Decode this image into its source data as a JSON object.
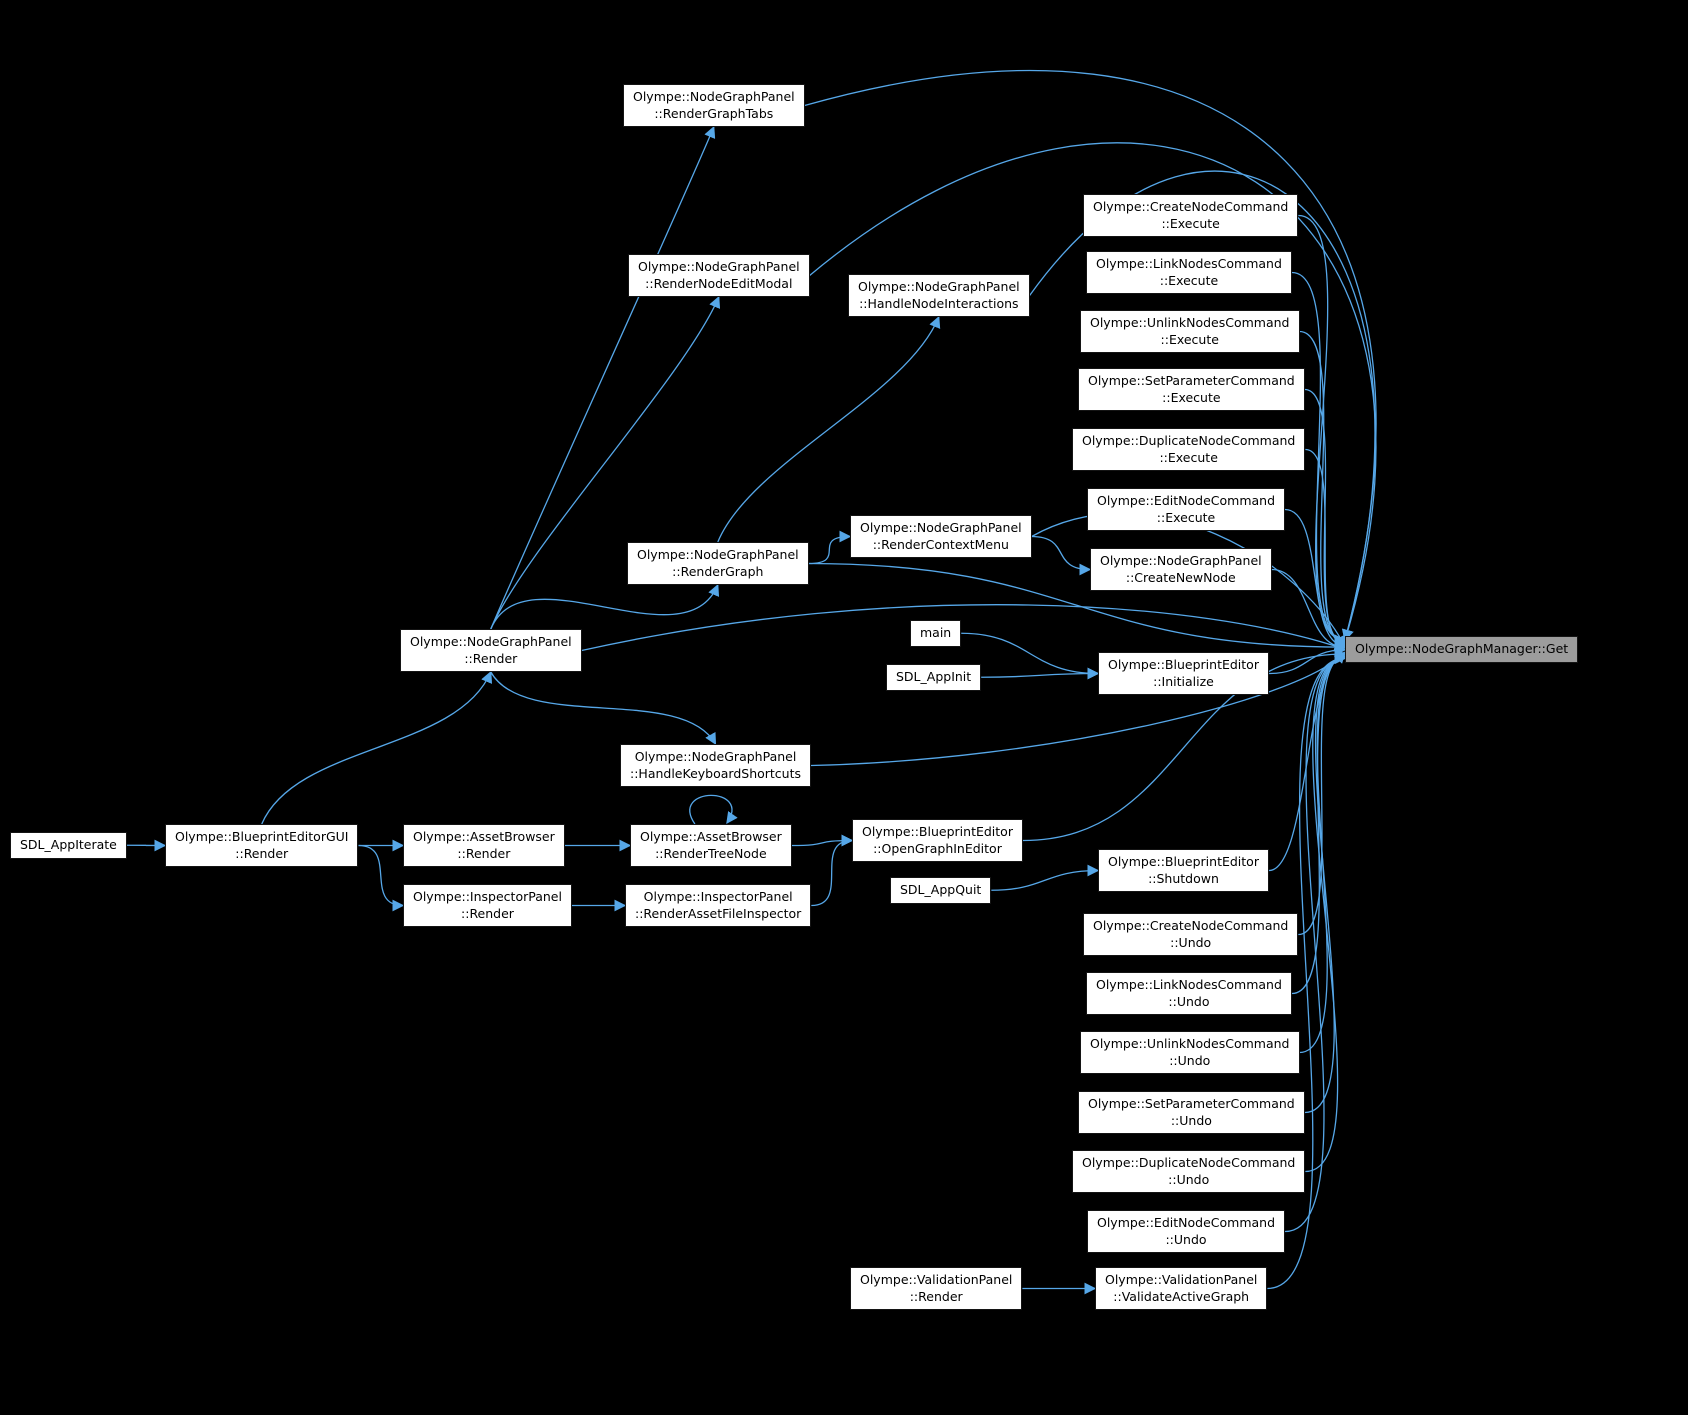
{
  "diagram": {
    "type": "call-graph",
    "focus_node": "get",
    "focus_label": "Olympe::NodeGraphManager::Get"
  },
  "colors": {
    "bg": "#000000",
    "edge": "#56a7e8",
    "node_bg": "#ffffff",
    "node_border": "#141414",
    "focus_bg": "#9c9c9c",
    "text": "#000000"
  },
  "nodes": {
    "render_graph_tabs": {
      "label": "Olympe::NodeGraphPanel\n::RenderGraphTabs"
    },
    "render_node_edit_modal": {
      "label": "Olympe::NodeGraphPanel\n::RenderNodeEditModal"
    },
    "handle_node_interactions": {
      "label": "Olympe::NodeGraphPanel\n::HandleNodeInteractions"
    },
    "create_node_execute": {
      "label": "Olympe::CreateNodeCommand\n::Execute"
    },
    "link_nodes_execute": {
      "label": "Olympe::LinkNodesCommand\n::Execute"
    },
    "unlink_nodes_execute": {
      "label": "Olympe::UnlinkNodesCommand\n::Execute"
    },
    "set_parameter_execute": {
      "label": "Olympe::SetParameterCommand\n::Execute"
    },
    "duplicate_node_execute": {
      "label": "Olympe::DuplicateNodeCommand\n::Execute"
    },
    "edit_node_execute": {
      "label": "Olympe::EditNodeCommand\n::Execute"
    },
    "render_context_menu": {
      "label": "Olympe::NodeGraphPanel\n::RenderContextMenu"
    },
    "create_new_node": {
      "label": "Olympe::NodeGraphPanel\n::CreateNewNode"
    },
    "render_graph": {
      "label": "Olympe::NodeGraphPanel\n::RenderGraph"
    },
    "main": {
      "label": "main"
    },
    "bp_initialize": {
      "label": "Olympe::BlueprintEditor\n::Initialize"
    },
    "sdl_app_init": {
      "label": "SDL_AppInit"
    },
    "ngp_render": {
      "label": "Olympe::NodeGraphPanel\n::Render"
    },
    "get": {
      "label": "Olympe::NodeGraphManager::Get"
    },
    "handle_keyboard_shortcuts": {
      "label": "Olympe::NodeGraphPanel\n::HandleKeyboardShortcuts"
    },
    "render_tree_node": {
      "label": "Olympe::AssetBrowser\n::RenderTreeNode"
    },
    "open_graph_in_editor": {
      "label": "Olympe::BlueprintEditor\n::OpenGraphInEditor"
    },
    "sdl_app_iterate": {
      "label": "SDL_AppIterate"
    },
    "bp_gui_render": {
      "label": "Olympe::BlueprintEditorGUI\n::Render"
    },
    "asset_browser_render": {
      "label": "Olympe::AssetBrowser\n::Render"
    },
    "inspector_render": {
      "label": "Olympe::InspectorPanel\n::Render"
    },
    "render_asset_file_inspector": {
      "label": "Olympe::InspectorPanel\n::RenderAssetFileInspector"
    },
    "sdl_app_quit": {
      "label": "SDL_AppQuit"
    },
    "bp_shutdown": {
      "label": "Olympe::BlueprintEditor\n::Shutdown"
    },
    "create_node_undo": {
      "label": "Olympe::CreateNodeCommand\n::Undo"
    },
    "link_nodes_undo": {
      "label": "Olympe::LinkNodesCommand\n::Undo"
    },
    "unlink_nodes_undo": {
      "label": "Olympe::UnlinkNodesCommand\n::Undo"
    },
    "set_parameter_undo": {
      "label": "Olympe::SetParameterCommand\n::Undo"
    },
    "duplicate_node_undo": {
      "label": "Olympe::DuplicateNodeCommand\n::Undo"
    },
    "edit_node_undo": {
      "label": "Olympe::EditNodeCommand\n::Undo"
    },
    "validation_render": {
      "label": "Olympe::ValidationPanel\n::Render"
    },
    "validate_active_graph": {
      "label": "Olympe::ValidationPanel\n::ValidateActiveGraph"
    }
  },
  "edges": [
    {
      "from": "sdl_app_iterate",
      "to": "bp_gui_render"
    },
    {
      "from": "bp_gui_render",
      "to": "ngp_render"
    },
    {
      "from": "bp_gui_render",
      "to": "asset_browser_render"
    },
    {
      "from": "bp_gui_render",
      "to": "inspector_render"
    },
    {
      "from": "asset_browser_render",
      "to": "render_tree_node"
    },
    {
      "from": "render_tree_node",
      "to": "render_tree_node"
    },
    {
      "from": "render_tree_node",
      "to": "open_graph_in_editor"
    },
    {
      "from": "inspector_render",
      "to": "render_asset_file_inspector"
    },
    {
      "from": "render_asset_file_inspector",
      "to": "open_graph_in_editor"
    },
    {
      "from": "ngp_render",
      "to": "render_graph_tabs"
    },
    {
      "from": "ngp_render",
      "to": "render_node_edit_modal"
    },
    {
      "from": "ngp_render",
      "to": "render_graph"
    },
    {
      "from": "ngp_render",
      "to": "handle_keyboard_shortcuts"
    },
    {
      "from": "ngp_render",
      "to": "get"
    },
    {
      "from": "render_graph",
      "to": "render_context_menu"
    },
    {
      "from": "render_graph",
      "to": "handle_node_interactions"
    },
    {
      "from": "render_graph",
      "to": "get"
    },
    {
      "from": "render_context_menu",
      "to": "create_new_node"
    },
    {
      "from": "render_context_menu",
      "to": "get"
    },
    {
      "from": "main",
      "to": "bp_initialize"
    },
    {
      "from": "sdl_app_init",
      "to": "bp_initialize"
    },
    {
      "from": "sdl_app_quit",
      "to": "bp_shutdown"
    },
    {
      "from": "validation_render",
      "to": "validate_active_graph"
    },
    {
      "from": "render_graph_tabs",
      "to": "get"
    },
    {
      "from": "render_node_edit_modal",
      "to": "get"
    },
    {
      "from": "handle_node_interactions",
      "to": "get"
    },
    {
      "from": "create_node_execute",
      "to": "get"
    },
    {
      "from": "link_nodes_execute",
      "to": "get"
    },
    {
      "from": "unlink_nodes_execute",
      "to": "get"
    },
    {
      "from": "set_parameter_execute",
      "to": "get"
    },
    {
      "from": "duplicate_node_execute",
      "to": "get"
    },
    {
      "from": "edit_node_execute",
      "to": "get"
    },
    {
      "from": "create_new_node",
      "to": "get"
    },
    {
      "from": "bp_initialize",
      "to": "get"
    },
    {
      "from": "handle_keyboard_shortcuts",
      "to": "get"
    },
    {
      "from": "open_graph_in_editor",
      "to": "get"
    },
    {
      "from": "bp_shutdown",
      "to": "get"
    },
    {
      "from": "create_node_undo",
      "to": "get"
    },
    {
      "from": "link_nodes_undo",
      "to": "get"
    },
    {
      "from": "unlink_nodes_undo",
      "to": "get"
    },
    {
      "from": "set_parameter_undo",
      "to": "get"
    },
    {
      "from": "duplicate_node_undo",
      "to": "get"
    },
    {
      "from": "edit_node_undo",
      "to": "get"
    },
    {
      "from": "validate_active_graph",
      "to": "get"
    }
  ]
}
